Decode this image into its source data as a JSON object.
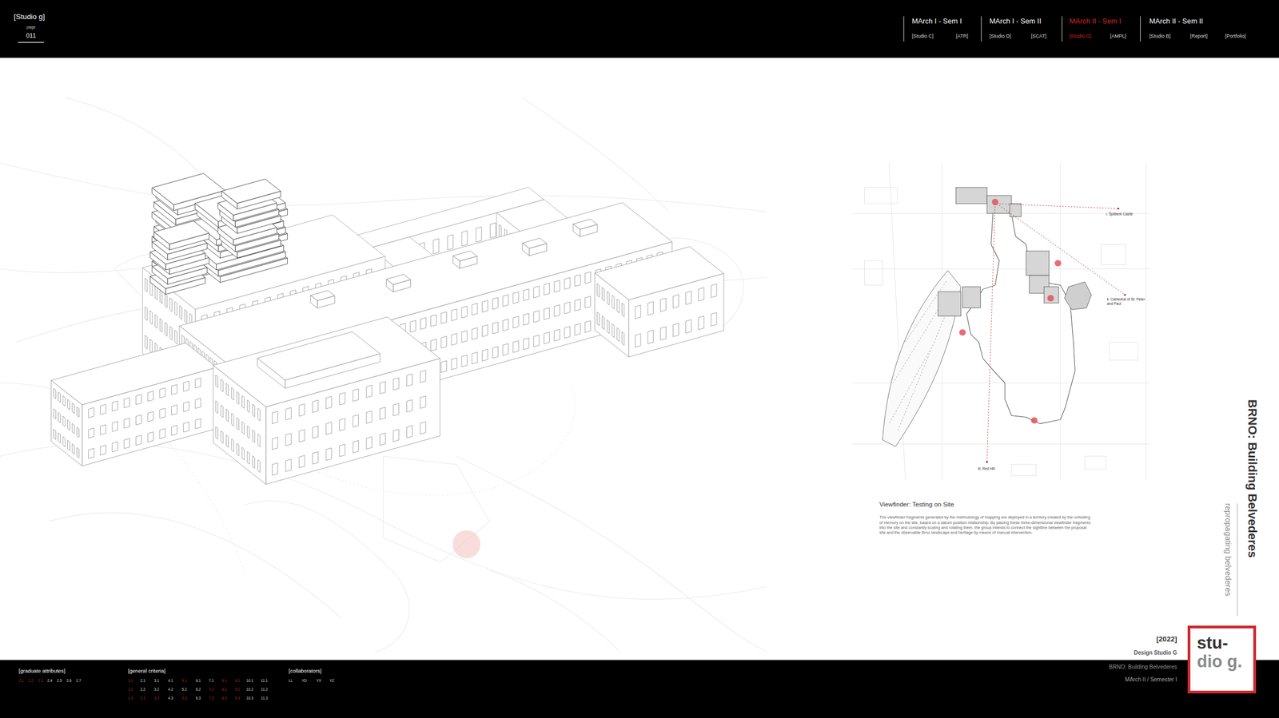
{
  "diagram": {
    "title": "BRNO: Building Belvederes",
    "nodes": [
      {
        "text": [
          "stu-",
          "dio g."
        ]
      }
    ],
    "labels": [
      "[Studio g]",
      "page",
      "011",
      "MArch I - Sem I",
      "[Studio C]",
      "[ATR]",
      "MArch I - Sem II",
      "[Studio D]",
      "[SCAT]",
      "MArch II - Sem I",
      "[Studio G]",
      "[AMPL]",
      "MArch II - Sem II",
      "[Studio B]",
      "[Report]",
      "[Portfolio]",
      "i. Špilberk Castle",
      "ii. Cathedral of St. Peter and Paul",
      "iii. Red Hill",
      "Viewfinder: Testing on Site",
      "The viewfinder fragments generated by the methodology of mapping are deployed in a territory created by the unfolding of memory on the site, based on a datum position relationship. By placing these three-dimensional viewfinder fragments into the site and constantly scaling and rotating them, the group intends to connect the sightline between the proposal site and the observable Brno landscape and heritage by means of manual intervention.",
      "repropagating belvederes",
      "[2022]",
      "Design Studio G",
      "BRNO: Building Belvederes",
      "MArch II / Semester I",
      "[graduate attributes]",
      "2.1",
      "2.2",
      "2.3",
      "2.4",
      "2.5",
      "2.6",
      "2.7",
      "[general criteria]",
      "1.1",
      "2.1",
      "3.1",
      "4.1",
      "5.1",
      "6.1",
      "7.1",
      "8.1",
      "9.1",
      "10.1",
      "11.1",
      "1.2",
      "2.2",
      "3.2",
      "4.2",
      "5.2",
      "6.2",
      "7.2",
      "8.2",
      "9.2",
      "10.2",
      "11.2",
      "1.3",
      "2.3",
      "3.3",
      "4.3",
      "5.3",
      "6.3",
      "7.3",
      "8.3",
      "9.3",
      "10.3",
      "11.3",
      "[collaborators]",
      "LL",
      "YD",
      "YX",
      "YZ"
    ]
  }
}
